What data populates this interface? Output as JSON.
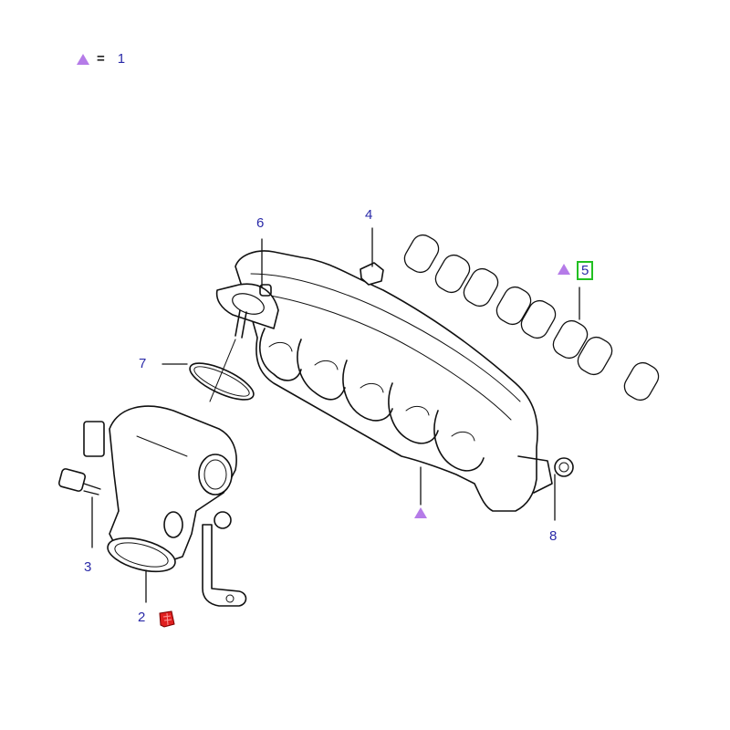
{
  "legend": {
    "symbol": "purple-triangle",
    "equals": "=",
    "value": "1"
  },
  "callouts": [
    {
      "id": "2",
      "label": "2"
    },
    {
      "id": "3",
      "label": "3"
    },
    {
      "id": "4",
      "label": "4"
    },
    {
      "id": "5",
      "label": "5",
      "highlighted": true
    },
    {
      "id": "6",
      "label": "6"
    },
    {
      "id": "7",
      "label": "7"
    },
    {
      "id": "8",
      "label": "8"
    }
  ],
  "colors": {
    "label_blue": "#2a2aa8",
    "triangle_purple": "#b57be8",
    "highlight_green": "#22c022",
    "note_red": "#e02020"
  },
  "icons": {
    "note": "red-note-icon"
  }
}
